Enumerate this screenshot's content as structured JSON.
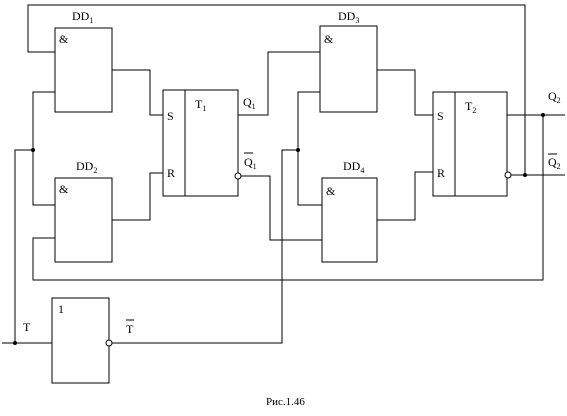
{
  "caption": "Рис.1.46",
  "gates": {
    "dd1": {
      "name": "DD",
      "index": "1",
      "symbol": "&"
    },
    "dd2": {
      "name": "DD",
      "index": "2",
      "symbol": "&"
    },
    "dd3": {
      "name": "DD",
      "index": "3",
      "symbol": "&"
    },
    "dd4": {
      "name": "DD",
      "index": "4",
      "symbol": "&"
    },
    "inv": {
      "symbol": "1"
    }
  },
  "flipflops": {
    "t1": {
      "name": "T",
      "index": "1",
      "set": "S",
      "reset": "R"
    },
    "t2": {
      "name": "T",
      "index": "2",
      "set": "S",
      "reset": "R"
    }
  },
  "signals": {
    "q1": {
      "name": "Q",
      "index": "1"
    },
    "q1bar": {
      "name": "Q",
      "index": "1"
    },
    "q2": {
      "name": "Q",
      "index": "2"
    },
    "q2bar": {
      "name": "Q",
      "index": "2"
    },
    "t_in": "T",
    "t_bar": "T"
  }
}
